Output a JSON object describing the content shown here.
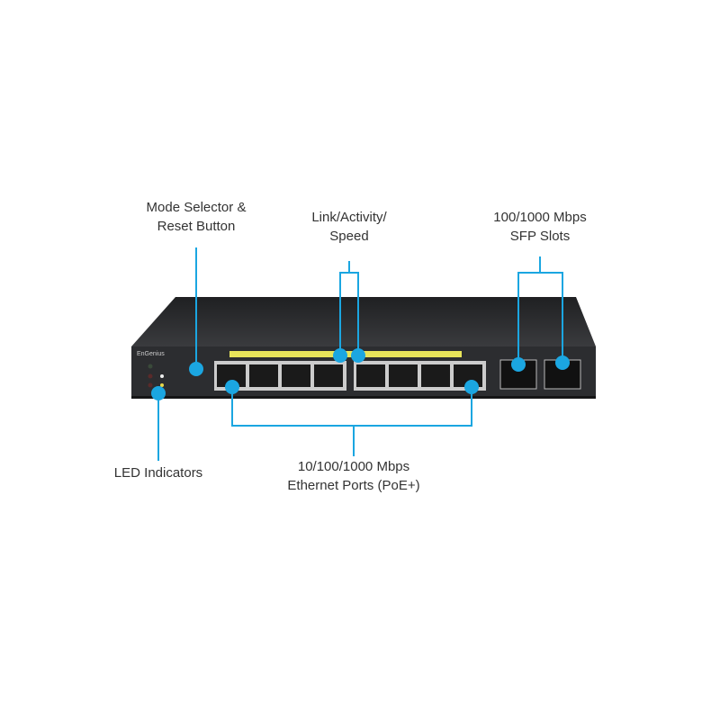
{
  "device": {
    "brand_logo": "EnGenius"
  },
  "callouts": {
    "mode_selector": "Mode Selector &\nReset Button",
    "link_activity": "Link/Activity/\nSpeed",
    "sfp_slots": "100/1000 Mbps\nSFP Slots",
    "led_indicators": "LED Indicators",
    "ethernet_ports": "10/100/1000 Mbps\nEthernet Ports (PoE+)"
  },
  "colors": {
    "callout": "#1ba6e1",
    "body": "#2a2b2d",
    "port_strip": "#e8e45a"
  }
}
